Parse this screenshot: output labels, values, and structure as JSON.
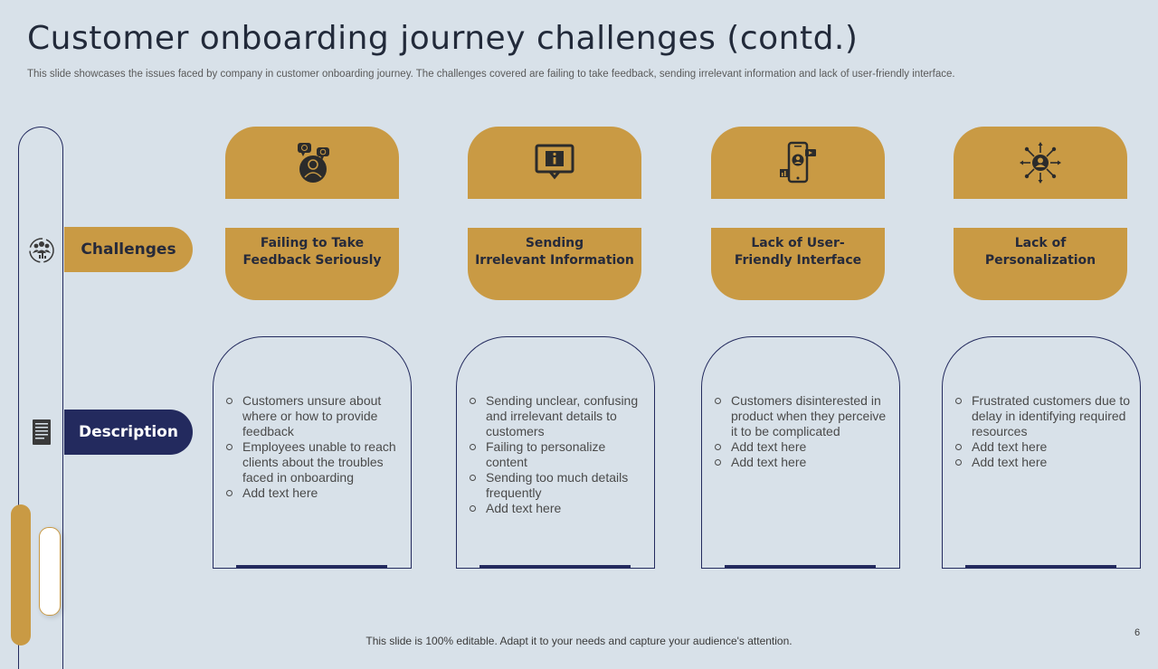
{
  "slide": {
    "title": "Customer onboarding journey challenges (contd.)",
    "subtitle": "This slide showcases the issues faced by company in customer onboarding journey. The challenges covered are failing to take feedback, sending irrelevant information and lack of user-friendly interface.",
    "footer": "This slide is 100% editable. Adapt it to your needs and capture your audience's attention.",
    "page_number": "6"
  },
  "rows": {
    "challenges_label": "Challenges",
    "challenges_icon": "team-chart-icon",
    "description_label": "Description",
    "description_icon": "document-icon"
  },
  "colors": {
    "gold": "#c99a44",
    "navy": "#232a5e",
    "background": "#d8e1e9"
  },
  "columns": [
    {
      "icon": "feedback-person-icon",
      "title_line1": "Failing to Take",
      "title_line2": "Feedback Seriously",
      "bullets": [
        "Customers unsure about where or how to provide feedback",
        "Employees unable to reach clients about the troubles faced in onboarding",
        "Add text here"
      ]
    },
    {
      "icon": "info-message-icon",
      "title_line1": "Sending",
      "title_line2": "Irrelevant Information",
      "bullets": [
        "Sending unclear, confusing and irrelevant details to customers",
        "Failing to personalize content",
        "Sending too much details frequently",
        "Add text here"
      ]
    },
    {
      "icon": "mobile-user-icon",
      "title_line1": "Lack of User-",
      "title_line2": "Friendly Interface",
      "bullets": [
        "Customers disinterested in product when they perceive it to be complicated",
        "Add text here",
        "Add text here"
      ]
    },
    {
      "icon": "personalization-hub-icon",
      "title_line1": "Lack of",
      "title_line2": "Personalization",
      "bullets": [
        "Frustrated customers due to delay in identifying required resources",
        "Add text here",
        "Add text here"
      ]
    }
  ]
}
